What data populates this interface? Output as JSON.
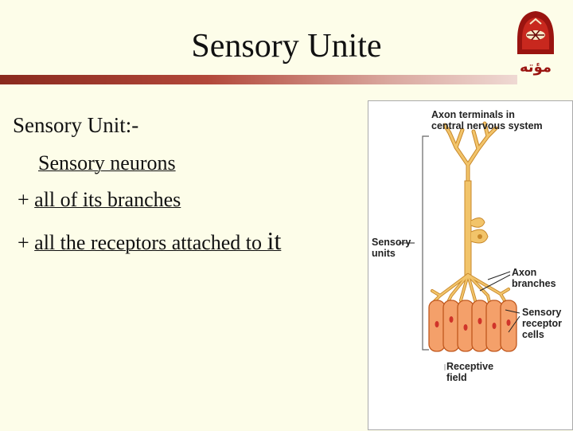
{
  "slide": {
    "title": "Sensory Unite",
    "logo_text": "مؤته",
    "lines": {
      "heading": "Sensory Unit:-",
      "neurons": "Sensory neurons",
      "branches_prefix": "+ ",
      "branches": "all of its branches",
      "receptors_prefix": "+ ",
      "receptors": "all the receptors attached to ",
      "receptors_end": "it"
    }
  },
  "figure": {
    "labels": {
      "axon_terminals_1": "Axon terminals in",
      "axon_terminals_2": "central nervous system",
      "sensory_units_1": "Sensory",
      "sensory_units_2": "units",
      "axon_branches_1": "Axon",
      "axon_branches_2": "branches",
      "receptor_1": "Sensory",
      "receptor_2": "receptor",
      "receptor_3": "cells",
      "field_1": "Receptive",
      "field_2": "field"
    },
    "colors": {
      "neuron": "#f2c46a",
      "neuron_outline": "#c8882a",
      "cell": "#f4a06a",
      "cell_outline": "#c0581e",
      "nucleus": "#d0342a"
    }
  }
}
